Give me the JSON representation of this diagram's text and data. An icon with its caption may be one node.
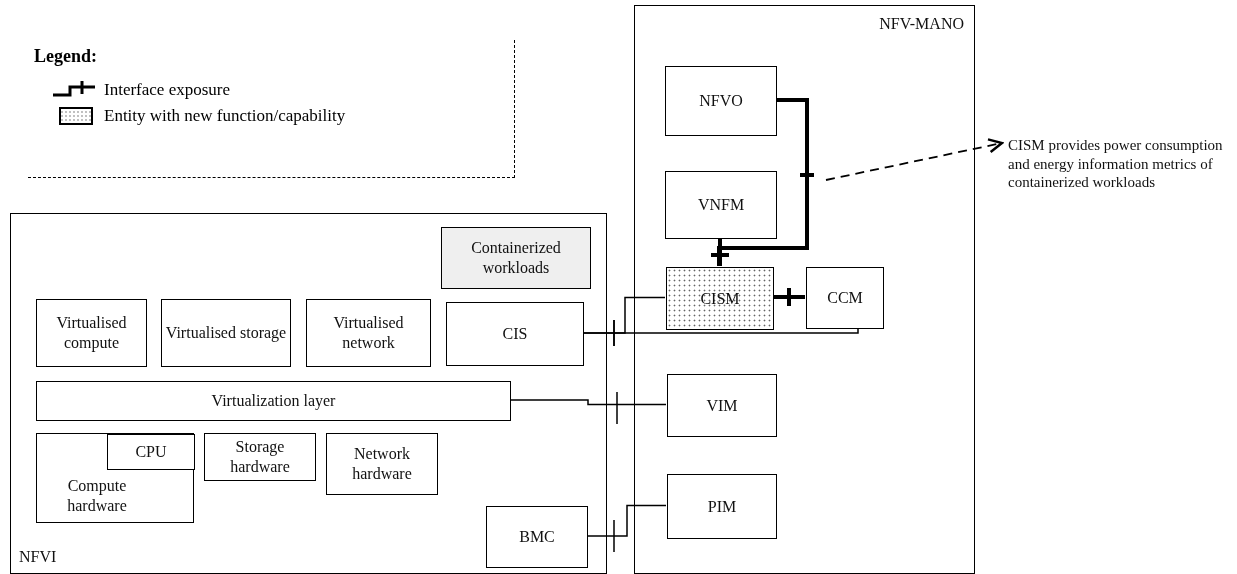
{
  "diagram": {
    "nodes": [
      {
        "text": [
          "NFV-MANO"
        ]
      },
      {
        "text": [
          "NFVO"
        ],
        "in": 0
      },
      {
        "text": [
          "VNFM"
        ],
        "in": 0
      },
      {
        "text": [
          "CISM"
        ],
        "in": 0
      },
      {
        "text": [
          "CCM"
        ],
        "in": 0
      },
      {
        "text": [
          "VIM"
        ],
        "in": 0
      },
      {
        "text": [
          "PIM"
        ],
        "in": 0
      },
      {
        "text": [
          "NFVI"
        ]
      },
      {
        "text": [
          "Containerized workloads"
        ],
        "in": 7
      },
      {
        "text": [
          "Virtualised compute"
        ],
        "in": 7
      },
      {
        "text": [
          "Virtualised storage"
        ],
        "in": 7
      },
      {
        "text": [
          "Virtualised network"
        ],
        "in": 7
      },
      {
        "text": [
          "CIS"
        ],
        "in": 7
      },
      {
        "text": [
          "Virtualization layer"
        ],
        "in": 7
      },
      {
        "text": [
          "Compute hardware"
        ],
        "in": 7
      },
      {
        "text": [
          "CPU"
        ],
        "in": 14
      },
      {
        "text": [
          "Storage hardware"
        ],
        "in": 7
      },
      {
        "text": [
          "Network hardware"
        ],
        "in": 7
      },
      {
        "text": [
          "BMC"
        ],
        "in": 7
      },
      {
        "text": [
          "CISM provides power consumption and energy information metrics of containerized workloads"
        ]
      }
    ],
    "edges": [
      {
        "from": 1,
        "to": 3,
        "arrow": "none",
        "style": "thick"
      },
      {
        "from": 2,
        "to": 3,
        "arrow": "none",
        "style": "thick"
      },
      {
        "from": 3,
        "to": 4,
        "arrow": "none",
        "style": "thick"
      },
      {
        "from": 12,
        "to": 3,
        "arrow": "none"
      },
      {
        "from": 12,
        "to": 4,
        "arrow": "none"
      },
      {
        "from": 13,
        "to": 5,
        "arrow": "none"
      },
      {
        "from": 18,
        "to": 6,
        "arrow": "none"
      },
      {
        "from": null,
        "to": 19,
        "arrow": "to",
        "style": "dashed"
      }
    ],
    "labels": [
      "Legend:"
    ],
    "legend": [
      {
        "text": "Interface exposure"
      },
      {
        "text": "Entity with new function/capability"
      }
    ]
  }
}
